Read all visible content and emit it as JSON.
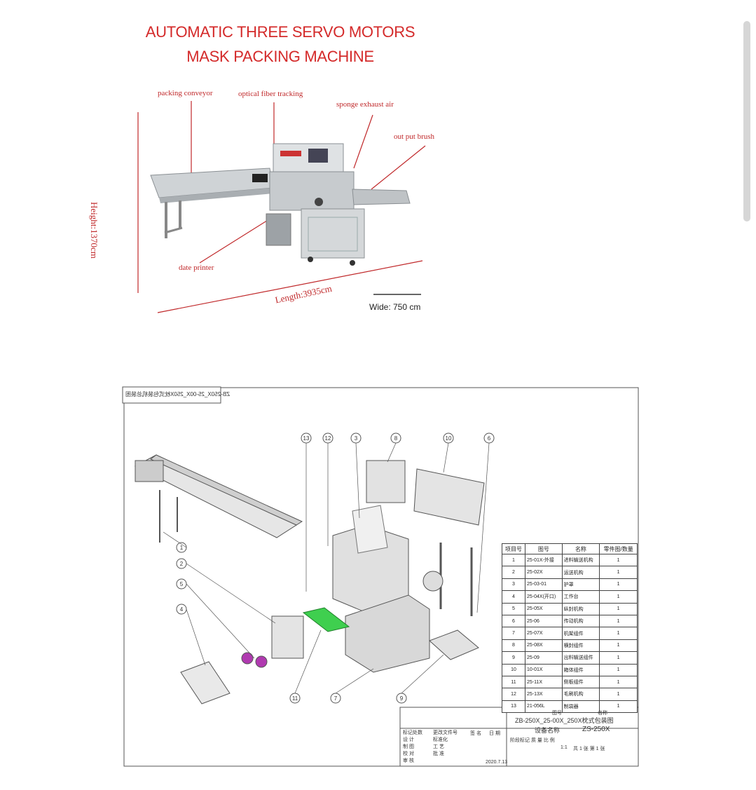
{
  "title": {
    "line1": "AUTOMATIC THREE SERVO MOTORS",
    "line2": "MASK PACKING MACHINE"
  },
  "callouts": {
    "packing_conveyor": "packing conveyor",
    "optical_fiber": "optical fiber tracking",
    "sponge": "sponge exhaust air",
    "output_brush": "out put brush",
    "date_printer": "date printer"
  },
  "dimensions": {
    "height": "Height:1370cm",
    "length": "Length:3935cm",
    "wide": "Wide: 750 cm"
  },
  "drawing": {
    "header_text": "ZB-250X_25-00X_250X枕式包装机总装图",
    "balloons": [
      "13",
      "12",
      "3",
      "8",
      "10",
      "6",
      "1",
      "2",
      "5",
      "4",
      "11",
      "7",
      "9"
    ],
    "parts_table": {
      "headers": [
        "项目号",
        "图号",
        "名称",
        "零件图/数量"
      ],
      "rows": [
        [
          "1",
          "25-01X-外接",
          "进料输送机构",
          "1"
        ],
        [
          "2",
          "25-02X",
          "运送机构",
          "1"
        ],
        [
          "3",
          "25-03-01",
          "护罩",
          "1"
        ],
        [
          "4",
          "25-04X(开口)",
          "工作台",
          "1"
        ],
        [
          "5",
          "25-05X",
          "纵封机构",
          "1"
        ],
        [
          "6",
          "25-06",
          "传动机构",
          "1"
        ],
        [
          "7",
          "25-07X",
          "机架组件",
          "1"
        ],
        [
          "8",
          "25-08X",
          "横封组件",
          "1"
        ],
        [
          "9",
          "25-09",
          "出料输送组件",
          "1"
        ],
        [
          "10",
          "10-01X",
          "箱体组件",
          "1"
        ],
        [
          "11",
          "25-11X",
          "侧板组件",
          "1"
        ],
        [
          "12",
          "25-13X",
          "毛刷机构",
          "1"
        ],
        [
          "13",
          "21-056L",
          "制袋器",
          "1"
        ]
      ]
    },
    "title_block": {
      "figure_label": "图号",
      "name_label": "名称",
      "figure_no": "ZB-250X_25-00X_250X枕式包装图",
      "device_label": "设备名称",
      "device_no": "ZS-250X",
      "rows_left": [
        "标记处数",
        "设 计",
        "制 图",
        "校 对",
        "审 核"
      ],
      "col2": [
        "更改文件号",
        "标准化",
        "工 艺",
        "批 准"
      ],
      "signature": "签 名",
      "date": "日 期",
      "stage_row": "阶段标记  质 量  比 例",
      "scale": "1:1",
      "sheets": "共  1  张  第  1  张",
      "date_value": "2020.7.13"
    }
  }
}
